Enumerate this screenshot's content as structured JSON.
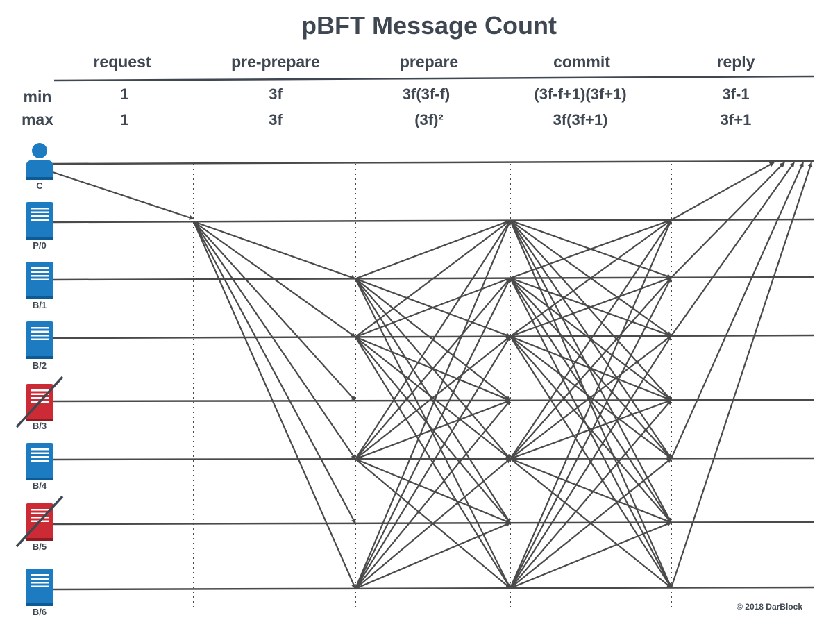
{
  "title": "pBFT Message Count",
  "phases": [
    "request",
    "pre-prepare",
    "prepare",
    "commit",
    "reply"
  ],
  "row_labels": {
    "min": "min",
    "max": "max"
  },
  "counts_min": [
    "1",
    "3f",
    "3f(3f-f)",
    "(3f-f+1)(3f+1)",
    "3f-1"
  ],
  "counts_max": [
    "1",
    "3f",
    "(3f)²",
    "3f(3f+1)",
    "3f+1"
  ],
  "nodes": [
    {
      "label": "C",
      "kind": "client",
      "faulty": false
    },
    {
      "label": "P/0",
      "kind": "server",
      "faulty": false
    },
    {
      "label": "B/1",
      "kind": "server",
      "faulty": false
    },
    {
      "label": "B/2",
      "kind": "server",
      "faulty": false
    },
    {
      "label": "B/3",
      "kind": "server",
      "faulty": true
    },
    {
      "label": "B/4",
      "kind": "server",
      "faulty": false
    },
    {
      "label": "B/5",
      "kind": "server",
      "faulty": true
    },
    {
      "label": "B/6",
      "kind": "server",
      "faulty": false
    }
  ],
  "colors": {
    "line": "#4a4a4a",
    "node": "#1d7bc1",
    "faulty": "#cc2b36",
    "text": "#3f4752"
  },
  "copyright": "© 2018 DarBlock"
}
